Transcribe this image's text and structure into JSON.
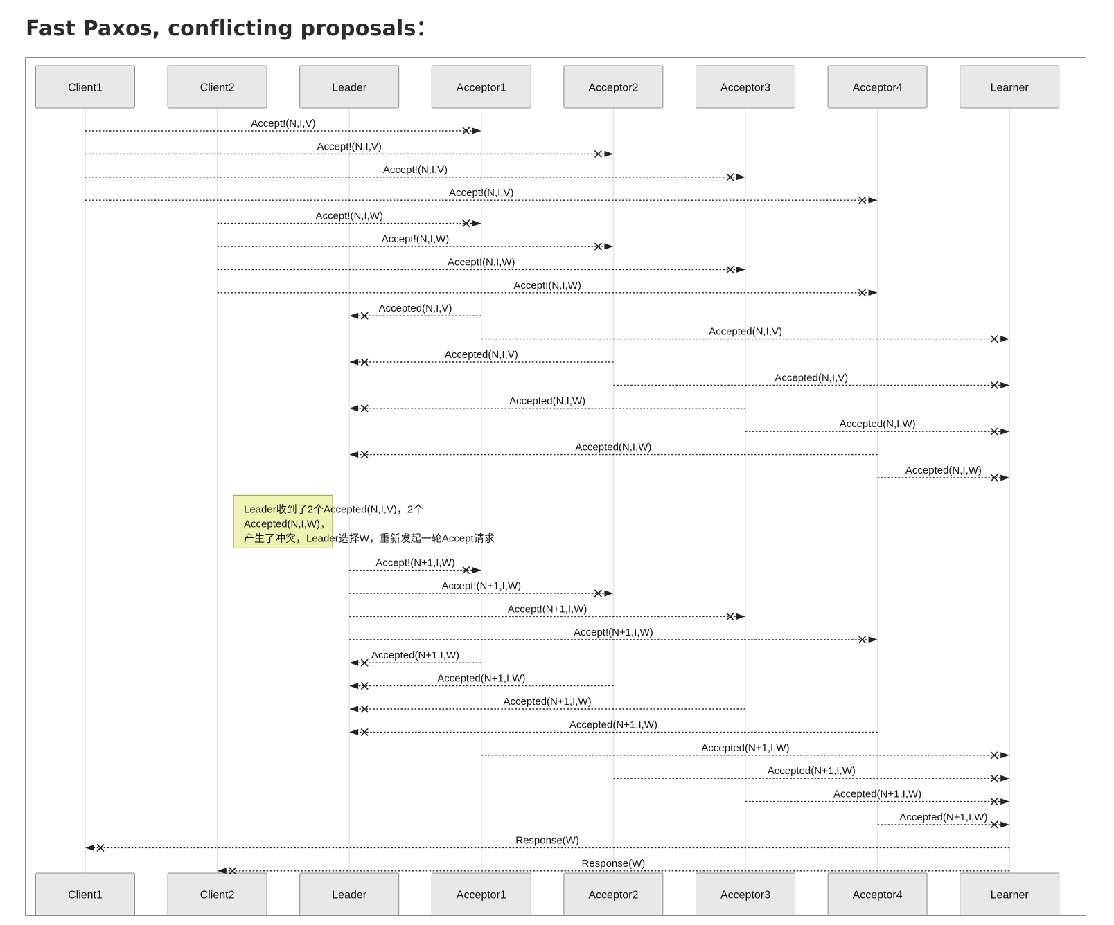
{
  "title": "Fast Paxos, conflicting proposals：",
  "participants": [
    {
      "id": "client1",
      "label": "Client1"
    },
    {
      "id": "client2",
      "label": "Client2"
    },
    {
      "id": "leader",
      "label": "Leader"
    },
    {
      "id": "acceptor1",
      "label": "Acceptor1"
    },
    {
      "id": "acceptor2",
      "label": "Acceptor2"
    },
    {
      "id": "acceptor3",
      "label": "Acceptor3"
    },
    {
      "id": "acceptor4",
      "label": "Acceptor4"
    },
    {
      "id": "learner",
      "label": "Learner"
    }
  ],
  "messages": [
    {
      "from": 0,
      "to": 3,
      "label": "Accept!(N,I,V)"
    },
    {
      "from": 0,
      "to": 4,
      "label": "Accept!(N,I,V)"
    },
    {
      "from": 0,
      "to": 5,
      "label": "Accept!(N,I,V)"
    },
    {
      "from": 0,
      "to": 6,
      "label": "Accept!(N,I,V)"
    },
    {
      "from": 1,
      "to": 3,
      "label": "Accept!(N,I,W)"
    },
    {
      "from": 1,
      "to": 4,
      "label": "Accept!(N,I,W)"
    },
    {
      "from": 1,
      "to": 5,
      "label": "Accept!(N,I,W)"
    },
    {
      "from": 1,
      "to": 6,
      "label": "Accept!(N,I,W)"
    },
    {
      "from": 3,
      "to": 2,
      "label": "Accepted(N,I,V)"
    },
    {
      "from": 3,
      "to": 7,
      "label": "Accepted(N,I,V)"
    },
    {
      "from": 4,
      "to": 2,
      "label": "Accepted(N,I,V)"
    },
    {
      "from": 4,
      "to": 7,
      "label": "Accepted(N,I,V)"
    },
    {
      "from": 5,
      "to": 2,
      "label": "Accepted(N,I,W)"
    },
    {
      "from": 5,
      "to": 7,
      "label": "Accepted(N,I,W)"
    },
    {
      "from": 6,
      "to": 2,
      "label": "Accepted(N,I,W)"
    },
    {
      "from": 6,
      "to": 7,
      "label": "Accepted(N,I,W)"
    },
    {
      "note": true,
      "lines": [
        "Leader收到了2个Accepted(N,I,V)，2个",
        "Accepted(N,I,W)，",
        "产生了冲突，Leader选择W，重新发起一轮Accept请求"
      ]
    },
    {
      "from": 2,
      "to": 3,
      "label": "Accept!(N+1,I,W)"
    },
    {
      "from": 2,
      "to": 4,
      "label": "Accept!(N+1,I,W)"
    },
    {
      "from": 2,
      "to": 5,
      "label": "Accept!(N+1,I,W)"
    },
    {
      "from": 2,
      "to": 6,
      "label": "Accept!(N+1,I,W)"
    },
    {
      "from": 3,
      "to": 2,
      "label": "Accepted(N+1,I,W)"
    },
    {
      "from": 4,
      "to": 2,
      "label": "Accepted(N+1,I,W)"
    },
    {
      "from": 5,
      "to": 2,
      "label": "Accepted(N+1,I,W)"
    },
    {
      "from": 6,
      "to": 2,
      "label": "Accepted(N+1,I,W)"
    },
    {
      "from": 3,
      "to": 7,
      "label": "Accepted(N+1,I,W)"
    },
    {
      "from": 4,
      "to": 7,
      "label": "Accepted(N+1,I,W)"
    },
    {
      "from": 5,
      "to": 7,
      "label": "Accepted(N+1,I,W)"
    },
    {
      "from": 6,
      "to": 7,
      "label": "Accepted(N+1,I,W)"
    },
    {
      "from": 7,
      "to": 0,
      "label": "Response(W)"
    },
    {
      "from": 7,
      "to": 1,
      "label": "Response(W)"
    }
  ],
  "colors": {
    "box_fill": "#e8e8e8",
    "box_border": "#8f8f8f",
    "lifeline": "#e4e4e4",
    "message_line": "#222222",
    "note_fill": "#f0f2b3",
    "note_border": "#9c9c5c"
  }
}
